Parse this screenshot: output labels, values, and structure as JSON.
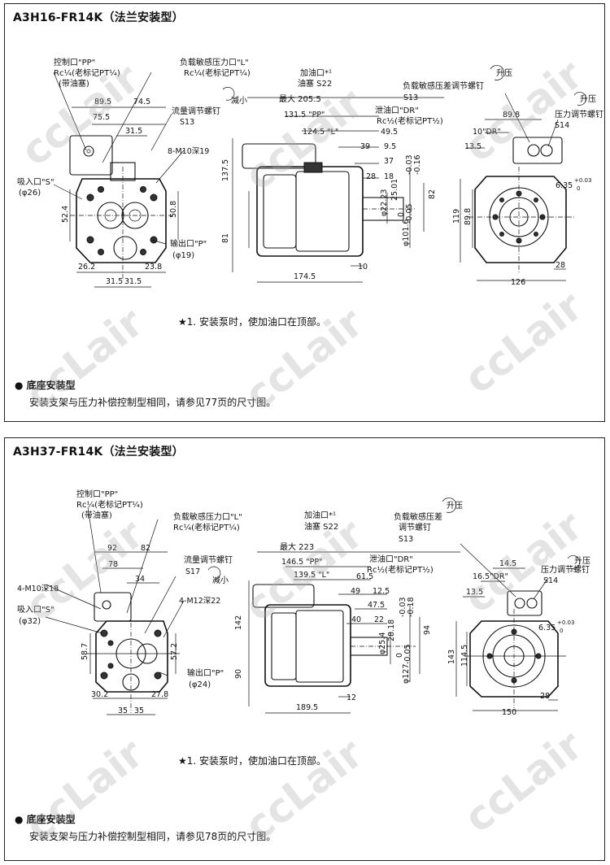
{
  "watermark": "ccLair",
  "panel1": {
    "title": "A3H16-FR14K（法兰安装型）",
    "labels": {
      "control_port_1": "控制口\"PP\"",
      "control_port_2": "Rc¼(老标记PT¼)",
      "control_port_3": "(带油塞)",
      "load_port_1": "负载敏感压力口\"L\"",
      "load_port_2": "Rc¼(老标记PT¼)",
      "suction_1": "吸入口\"S\"",
      "suction_2": "(φ26)",
      "outlet_1": "输出口\"P\"",
      "outlet_2": "(φ19)",
      "flow_screw_1": "流量调节螺钉",
      "flow_screw_2": "S13",
      "bolt": "8-M10深19",
      "oil_fill_1": "加油口*¹",
      "oil_fill_2": "油塞 S22",
      "reduce": "减小",
      "drain_1": "泄油口\"DR\"",
      "drain_2": "Rc½(老标记PT½)",
      "load_diff_1": "负载敏感压差调节螺钉",
      "load_diff_2": "S13",
      "press_up_1": "升压",
      "press_up_2": "升压",
      "press_screw_1": "压力调节螺钉",
      "press_screw_2": "S14",
      "max": "最大 205.5"
    },
    "dims": {
      "d895": "89.5",
      "d745": "74.5",
      "d755": "75.5",
      "d315": "31.5",
      "d524": "52.4",
      "d508": "50.8",
      "d262": "26.2",
      "d238": "23.8",
      "d315b": "31.5",
      "d315c": "31.5",
      "d1315": "131.5 \"PP\"",
      "d1245": "124.5 \"L\"",
      "d495": "49.5",
      "d39": "39",
      "d95": "9.5",
      "d37": "37",
      "d28": "28",
      "d18": "18",
      "d1375": "137.5",
      "d81": "81",
      "d1745": "174.5",
      "d10": "10",
      "d2223": "φ22.23",
      "d2501": "25.01",
      "d82": "82",
      "d1016": "φ101.6",
      "tol1": "-0.03",
      "tol2": "-0.16",
      "tol3": "0",
      "tol4": "-0.05",
      "d898": "89.8",
      "d10dr": "10\"DR\"",
      "d135": "13.5",
      "d119": "119",
      "d898b": "89.8",
      "d635": "6.35",
      "tol5": "+0.03",
      "tol6": "0",
      "d28b": "28",
      "d126": "126"
    },
    "note": "★1. 安装泵时，使加油口在顶部。",
    "base_title": "● 底座安装型",
    "base_text": "安装支架与压力补偿控制型相同，请参见77页的尺寸图。"
  },
  "panel2": {
    "title": "A3H37-FR14K（法兰安装型）",
    "labels": {
      "control_port_1": "控制口\"PP\"",
      "control_port_2": "Rc¼(老标记PT¼)",
      "control_port_3": "(带油塞)",
      "load_port_1": "负载敏感压力口\"L\"",
      "load_port_2": "Rc¼(老标记PT¼)",
      "bolt_a": "4-M10深18",
      "bolt_b": "4-M12深22",
      "suction_1": "吸入口\"S\"",
      "suction_2": "(φ32)",
      "outlet_1": "输出口\"P\"",
      "outlet_2": "(φ24)",
      "flow_screw_1": "流量调节螺钉",
      "flow_screw_2": "S17",
      "reduce": "减小",
      "oil_fill_1": "加油口*¹",
      "oil_fill_2": "油塞 S22",
      "drain_1": "泄油口\"DR\"",
      "drain_2": "Rc½(老标记PT½)",
      "load_diff_1": "负载敏感压差",
      "load_diff_2": "调节螺钉",
      "load_diff_3": "S13",
      "press_up_1": "升压",
      "press_up_2": "升压",
      "press_screw_1": "压力调节螺钉",
      "press_screw_2": "S14",
      "max": "最大 223"
    },
    "dims": {
      "d92": "92",
      "d82": "82",
      "d78": "78",
      "d34": "34",
      "d587": "58.7",
      "d572": "57.2",
      "d302": "30.2",
      "d278": "27.8",
      "d35a": "35",
      "d35b": "35",
      "d1465": "146.5 \"PP\"",
      "d1395": "139.5 \"L\"",
      "d615": "61.5",
      "d49": "49",
      "d125": "12.5",
      "d475": "47.5",
      "d40": "40",
      "d22": "22",
      "d142": "142",
      "d90": "90",
      "d1895": "189.5",
      "d12": "12",
      "d254": "φ25.4",
      "d2818": "28.18",
      "d94": "94",
      "d127": "φ127",
      "tol1": "-0.03",
      "tol2": "-0.18",
      "tol3": "0",
      "tol4": "-0.05",
      "d145": "14.5",
      "d165": "16.5\"DR\"",
      "d135": "13.5",
      "d143": "143",
      "d1145": "114.5",
      "d635": "6.35",
      "tol5": "+0.03",
      "tol6": "0",
      "d28": "28",
      "d150": "150"
    },
    "note": "★1. 安装泵时，使加油口在顶部。",
    "base_title": "● 底座安装型",
    "base_text": "安装支架与压力补偿控制型相同，请参见78页的尺寸图。"
  }
}
